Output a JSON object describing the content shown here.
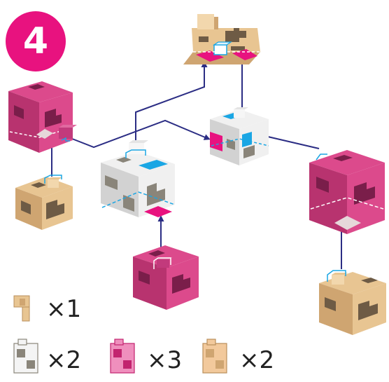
{
  "step": {
    "number": "4",
    "badge_color": "#e8127f"
  },
  "colors": {
    "tan": "#e8c592",
    "tan_shade": "#cfa571",
    "tan_dark": "#b98f5c",
    "tan_pattern": "#6e5b45",
    "pink": "#dc4a8c",
    "pink_shade": "#b8336f",
    "pink_dark": "#8f2354",
    "pink_pattern": "#7a1e4a",
    "white": "#f0f0f0",
    "white_shade": "#d2d2d2",
    "white_dark": "#b4b4b4",
    "white_pattern": "#8a857a",
    "connector_line": "#2b2d84",
    "cyan": "#1aa6e4",
    "magenta": "#e8127f"
  },
  "icons": [
    "tan-bracket-piece-icon",
    "white-cube-piece-icon",
    "pink-cube-piece-icon",
    "tan-cube-piece-icon"
  ],
  "parts": [
    {
      "icon": "tan-bracket-piece-icon",
      "count_label": "×1"
    },
    {
      "icon": "white-cube-piece-icon",
      "count_label": "×2"
    },
    {
      "icon": "pink-cube-piece-icon",
      "count_label": "×3"
    },
    {
      "icon": "tan-cube-piece-icon",
      "count_label": "×2"
    }
  ]
}
